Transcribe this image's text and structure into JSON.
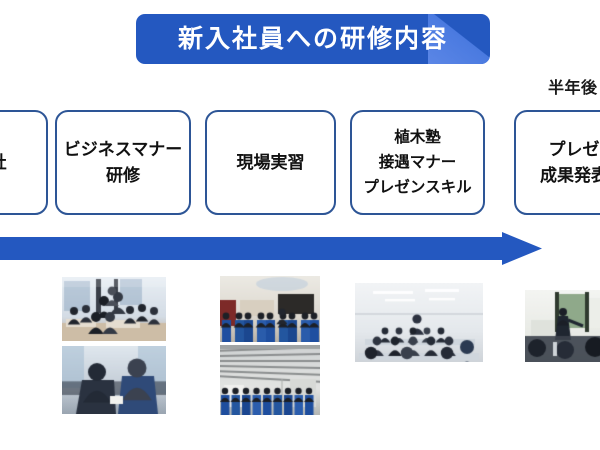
{
  "slide": {
    "title": "新入社員への研修内容",
    "background_color": "#ffffff",
    "accent_color": "#2458c0",
    "box_border_color": "#2d5596"
  },
  "caption": {
    "half_year": "半年後"
  },
  "steps": [
    {
      "id": "step-0",
      "lines": [
        "社"
      ],
      "note": "left edge cropped (入社)"
    },
    {
      "id": "step-1",
      "lines": [
        "ビジネスマナー",
        "研修"
      ]
    },
    {
      "id": "step-2",
      "lines": [
        "現場実習"
      ]
    },
    {
      "id": "step-3",
      "lines": [
        "植木塾",
        "接遇マナー",
        "プレゼンスキル"
      ]
    },
    {
      "id": "step-4",
      "lines": [
        "プレゼ",
        "成果発表"
      ],
      "note": "right edge cropped"
    }
  ],
  "arrow": {
    "direction": "right",
    "color": "#2458c0"
  },
  "photos": [
    {
      "id": "photo-0",
      "alt": "研修ルームでグループワークをする受講者"
    },
    {
      "id": "photo-1",
      "alt": "名刺交換を実習する二人のビジネスパーソン"
    },
    {
      "id": "photo-2",
      "alt": "青い作業服で施設見学をする新入社員"
    },
    {
      "id": "photo-3",
      "alt": "工場内を見学する青い作業服の新入社員"
    },
    {
      "id": "photo-4",
      "alt": "セミナールームで講師の講義を聞く受講者"
    },
    {
      "id": "photo-5",
      "alt": "プレゼンテーションを行う発表者と聴衆"
    }
  ]
}
